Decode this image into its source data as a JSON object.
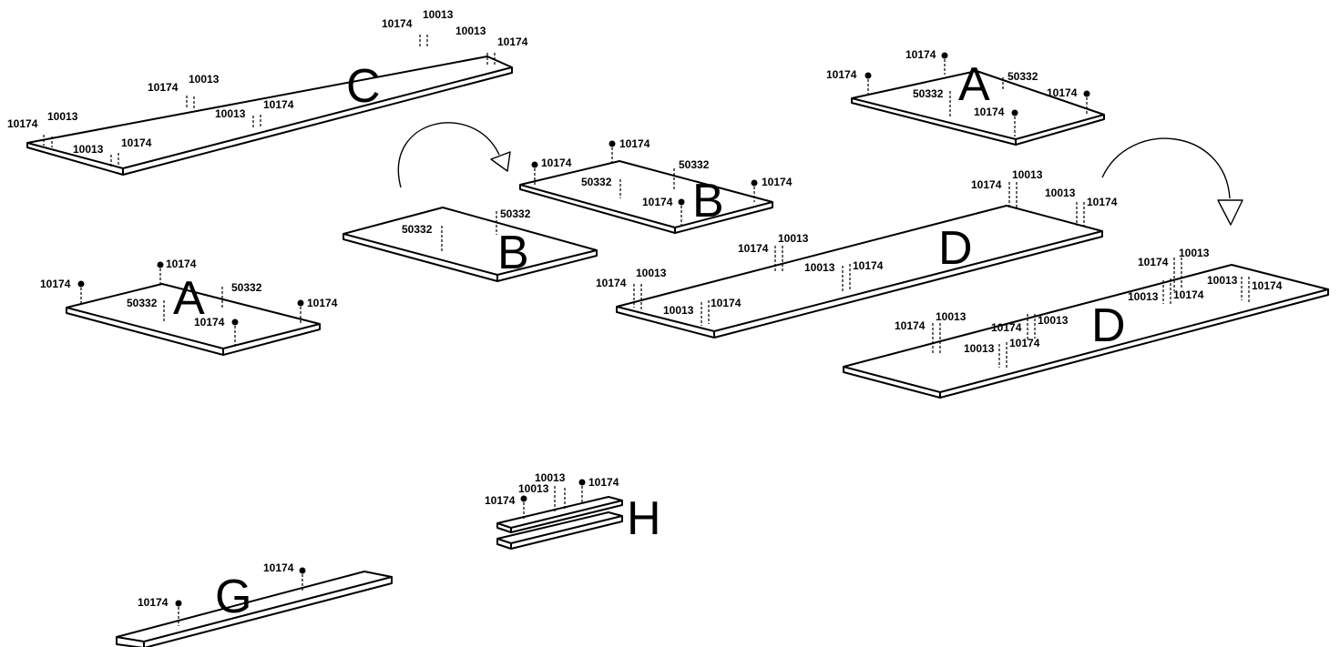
{
  "panels": {
    "C": "C",
    "A": "A",
    "B": "B",
    "D": "D",
    "G": "G",
    "H": "H"
  },
  "hardware": {
    "cam_lock": "10174",
    "dowel": "10013",
    "shelf_pin": "50332"
  }
}
